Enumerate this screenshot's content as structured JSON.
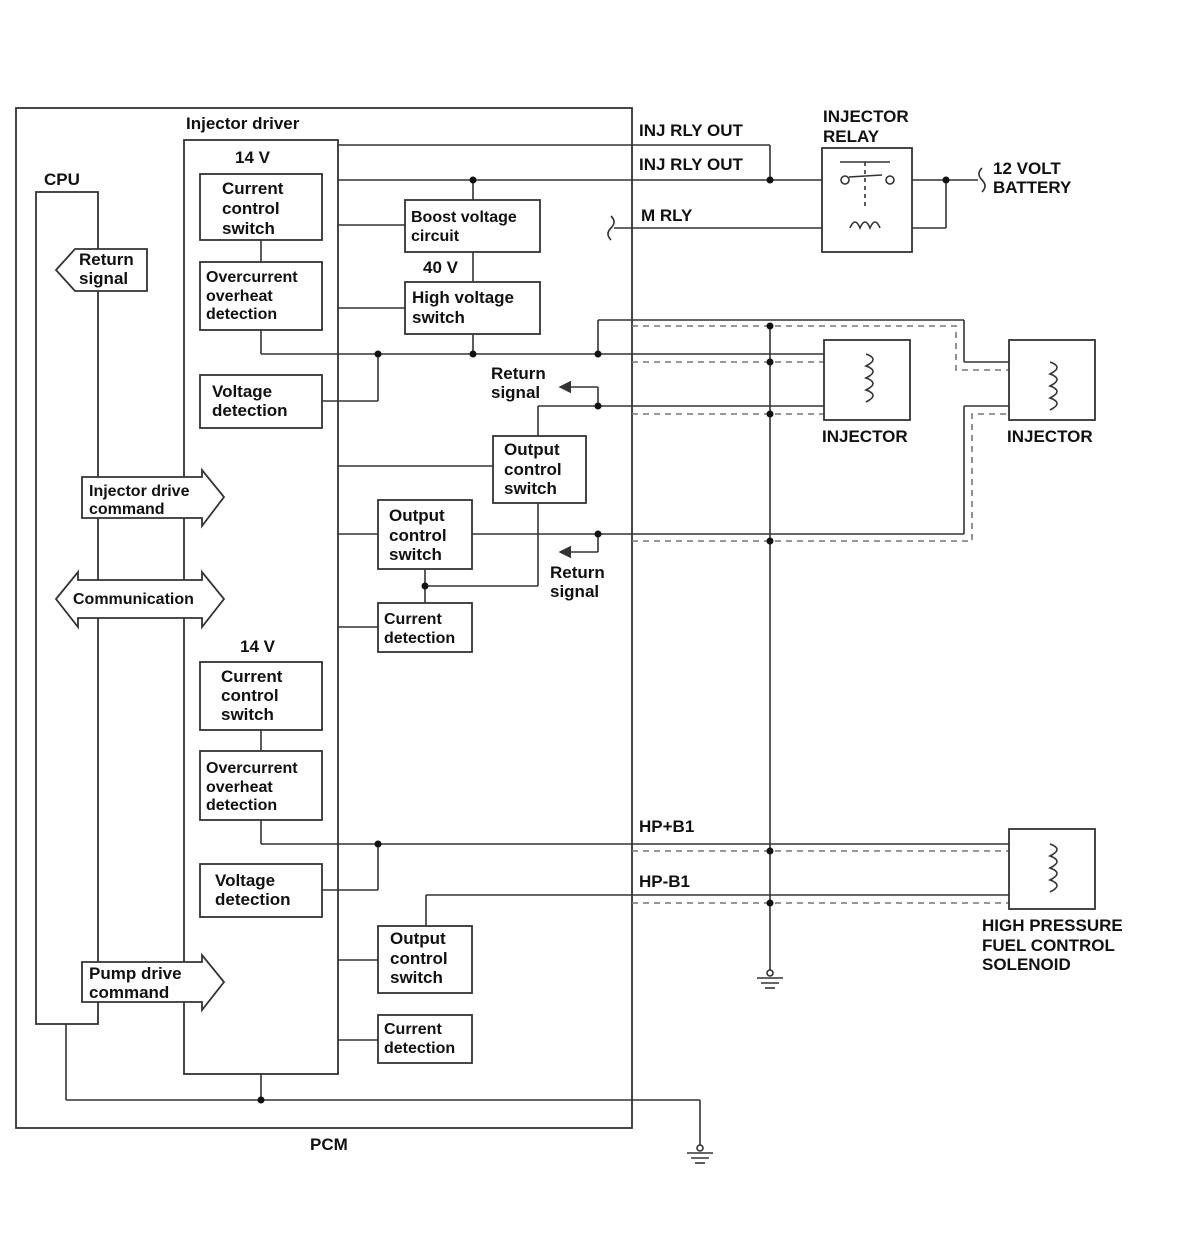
{
  "labels": {
    "pcm": "PCM",
    "injector_driver": "Injector driver",
    "cpu": "CPU",
    "v14_top": "14 V",
    "v14_bottom": "14 V",
    "v40": "40 V",
    "inj_rly_out_1": "INJ RLY OUT",
    "inj_rly_out_2": "INJ RLY OUT",
    "m_rly": "M RLY",
    "injector_relay": [
      "INJECTOR",
      "RELAY"
    ],
    "battery": [
      "12 VOLT",
      "BATTERY"
    ],
    "injector_1": "INJECTOR",
    "injector_2": "INJECTOR",
    "hp_b1_plus": "HP+B1",
    "hp_b1_minus": "HP-B1",
    "solenoid": [
      "HIGH PRESSURE",
      "FUEL CONTROL",
      "SOLENOID"
    ]
  },
  "boxes": {
    "current_control_switch_1": [
      "Current",
      "control",
      "switch"
    ],
    "overcurrent_1": [
      "Overcurrent",
      "overheat",
      "detection"
    ],
    "voltage_detection_1": [
      "Voltage",
      "detection"
    ],
    "boost_voltage_circuit": [
      "Boost voltage",
      "circuit"
    ],
    "high_voltage_switch": [
      "High voltage",
      "switch"
    ],
    "output_control_switch_1": [
      "Output",
      "control",
      "switch"
    ],
    "output_control_switch_2": [
      "Output",
      "control",
      "switch"
    ],
    "current_detection_1": [
      "Current",
      "detection"
    ],
    "current_control_switch_2": [
      "Current",
      "control",
      "switch"
    ],
    "overcurrent_2": [
      "Overcurrent",
      "overheat",
      "detection"
    ],
    "voltage_detection_2": [
      "Voltage",
      "detection"
    ],
    "output_control_switch_3": [
      "Output",
      "control",
      "switch"
    ],
    "current_detection_2": [
      "Current",
      "detection"
    ]
  },
  "signals": {
    "return_signal_cpu": [
      "Return",
      "signal"
    ],
    "injector_drive_command": [
      "Injector drive",
      "command"
    ],
    "communication": "Communication",
    "pump_drive_command": [
      "Pump drive",
      "command"
    ],
    "return_signal_1": [
      "Return",
      "signal"
    ],
    "return_signal_2": [
      "Return",
      "signal"
    ]
  }
}
